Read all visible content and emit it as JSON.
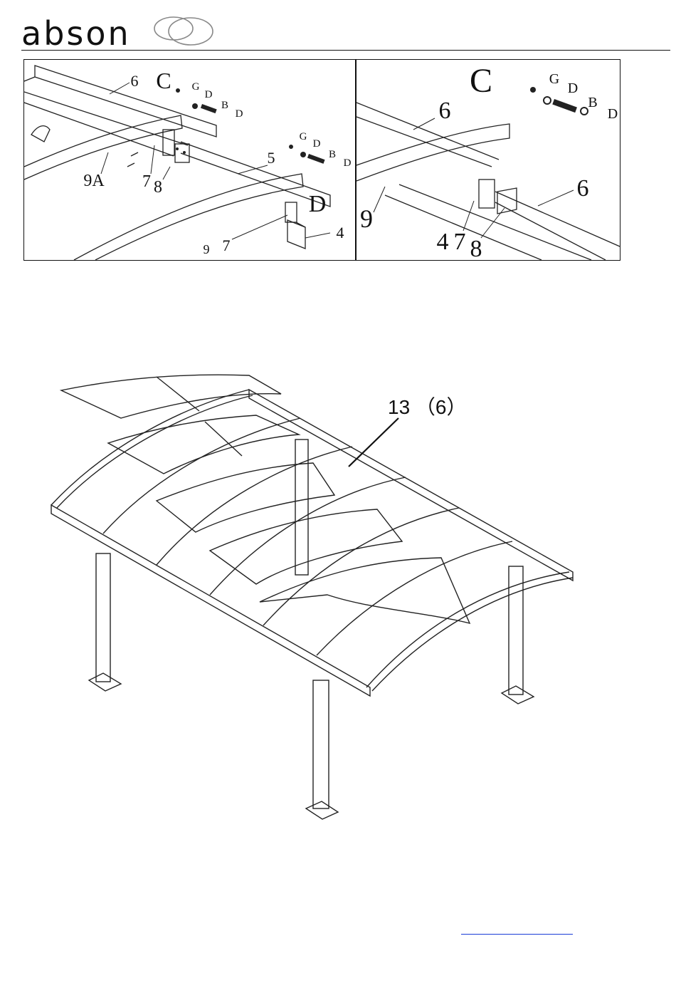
{
  "brand": {
    "name": "abson"
  },
  "detail_left": {
    "labels": [
      "6",
      "C",
      "G",
      "D",
      "B",
      "D",
      "G",
      "D",
      "B",
      "D",
      "5",
      "9A",
      "7",
      "8",
      "D",
      "4",
      "9",
      "7"
    ]
  },
  "detail_right": {
    "labels": [
      "C",
      "G",
      "D",
      "B",
      "D",
      "6",
      "6",
      "9",
      "4",
      "7",
      "8"
    ]
  },
  "main": {
    "callout": "13 （6）"
  }
}
